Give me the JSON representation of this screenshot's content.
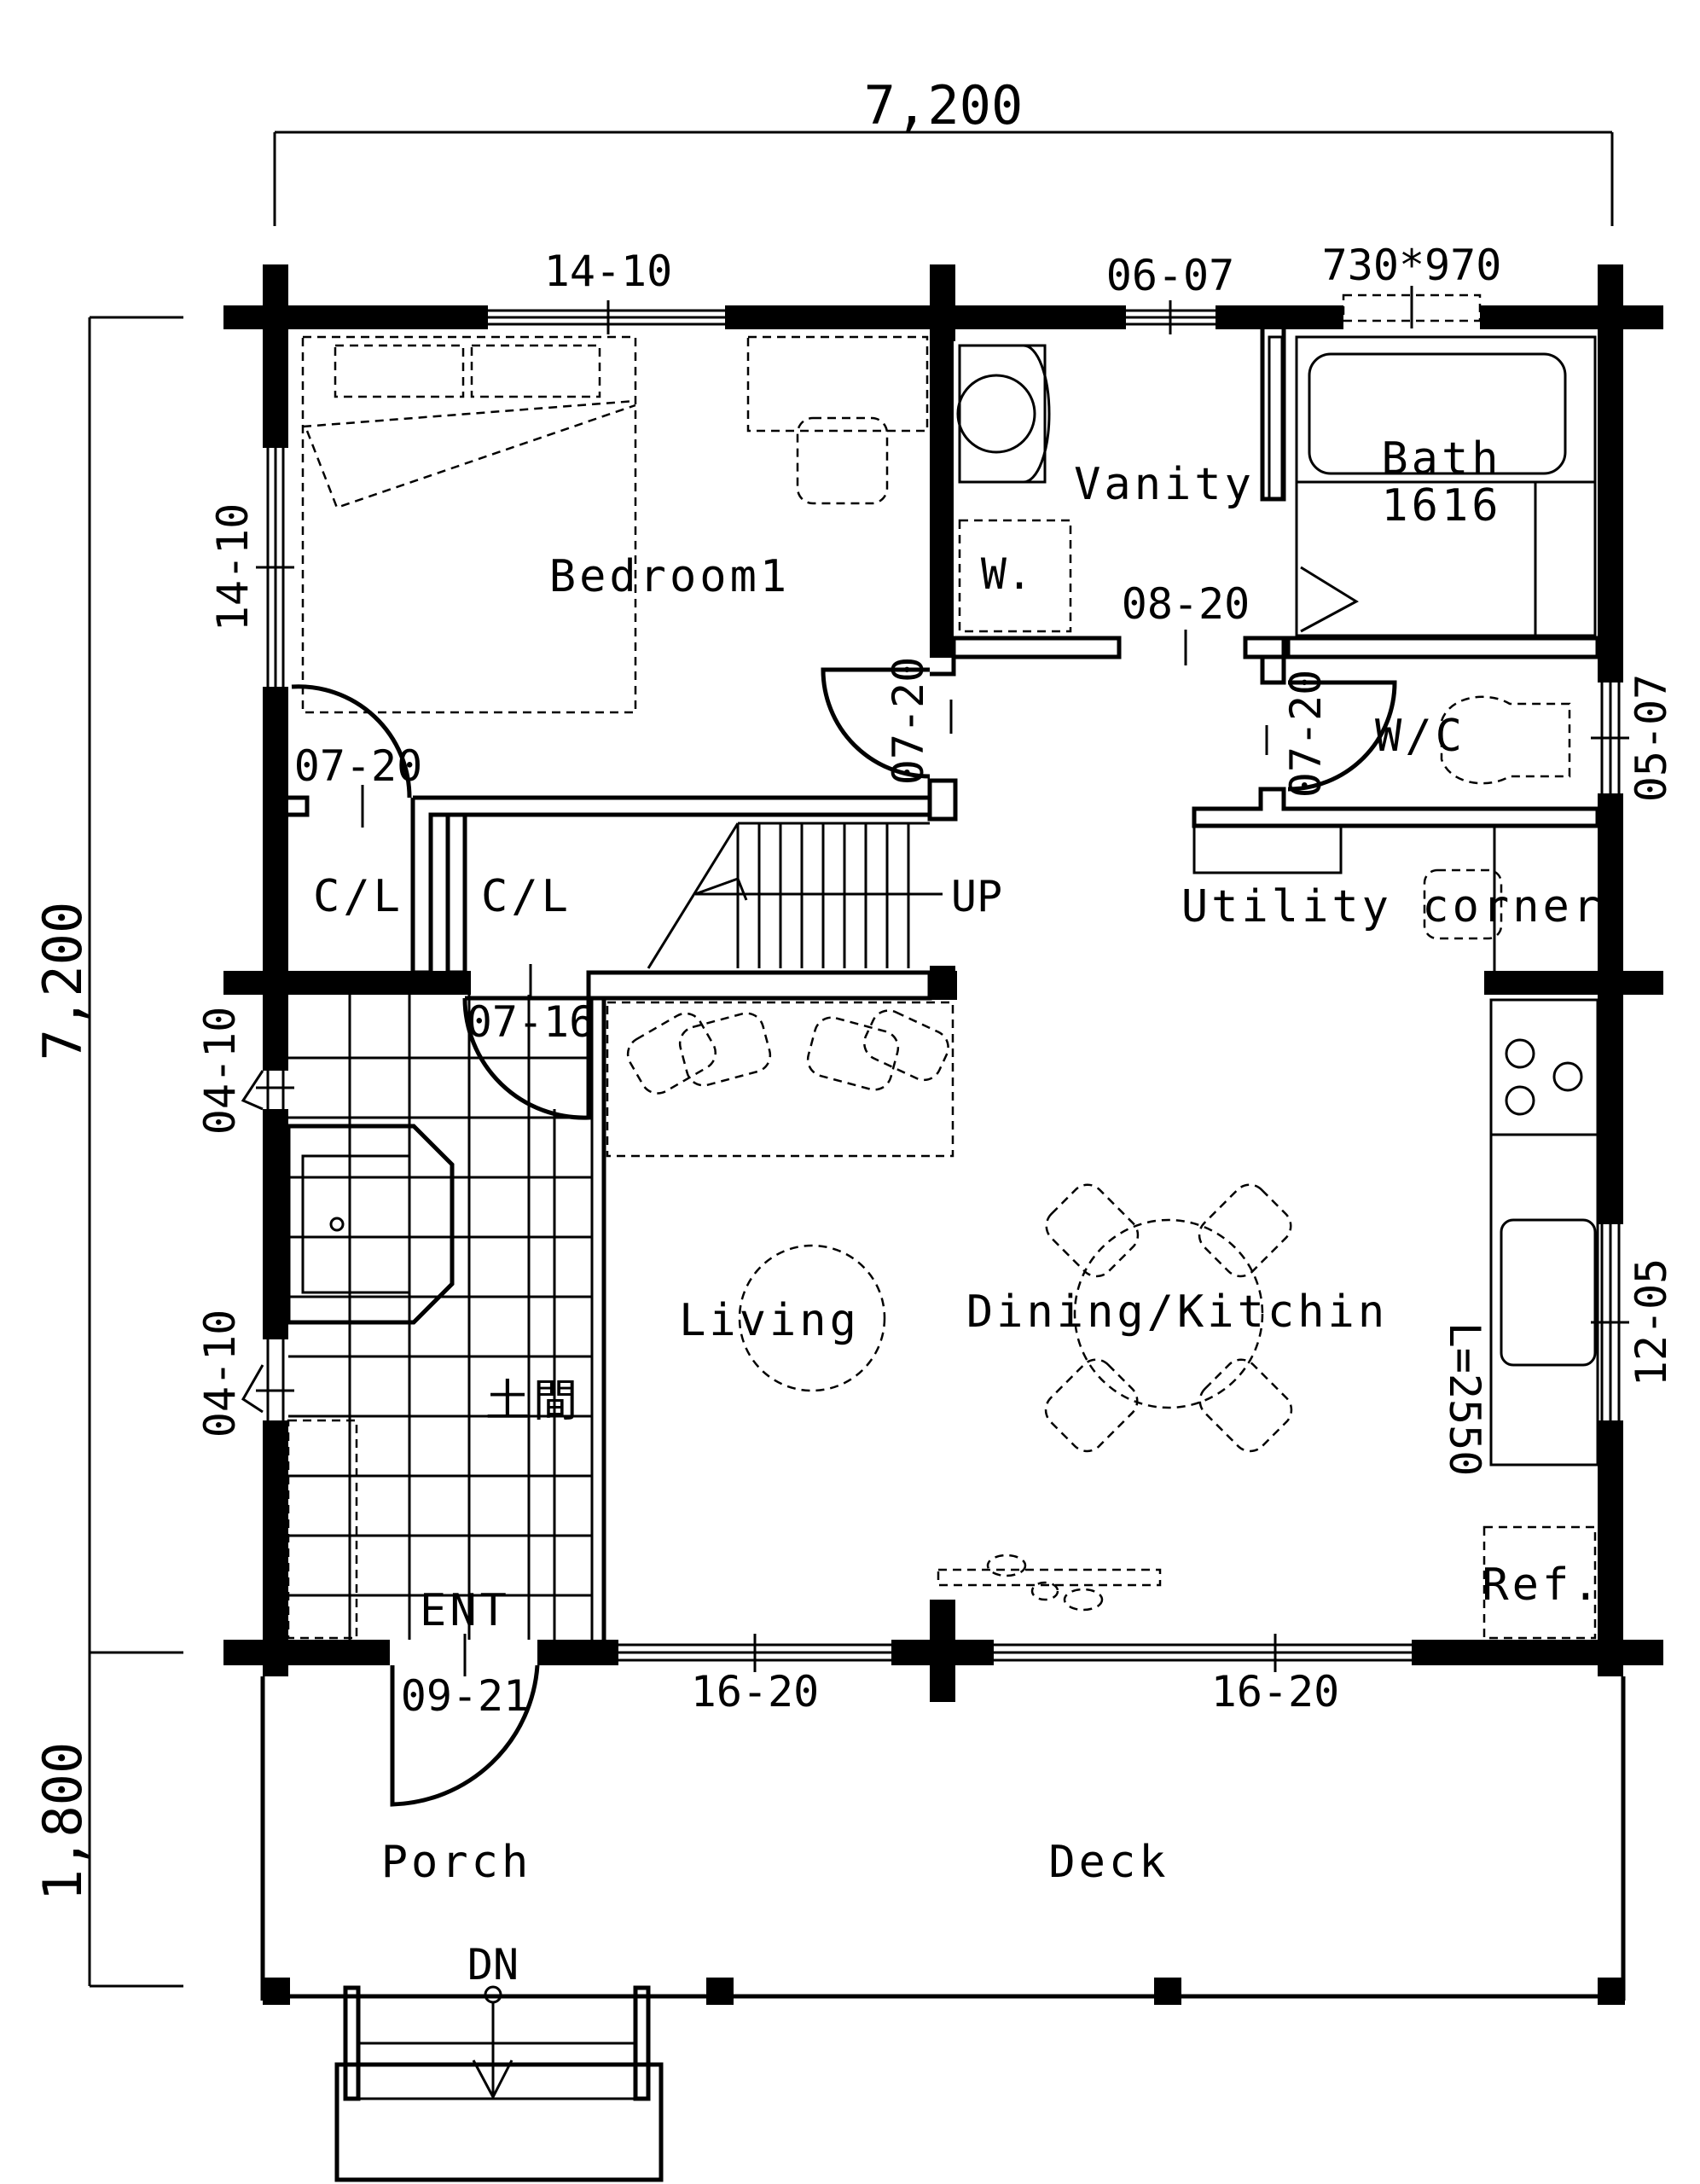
{
  "dimensions": {
    "top_width": "7,200",
    "left_height": "7,200",
    "left_deck": "1,800"
  },
  "rooms": {
    "bedroom": "Bedroom1",
    "vanity": "Vanity",
    "bath": "Bath",
    "bath_size": "1616",
    "wc": "W/C",
    "washer": "W.",
    "utility": "Utility corner",
    "closet_a": "C/L",
    "closet_b": "C/L",
    "living": "Living",
    "dining": "Dining/Kitchin",
    "doma": "土間",
    "entrance": "ENT",
    "ref": "Ref.",
    "porch": "Porch",
    "deck": "Deck",
    "up": "UP",
    "down": "DN",
    "counter_length": "L=2550"
  },
  "openings": {
    "bed_top_window": "14-10",
    "bed_left_window": "14-10",
    "vanity_window": "06-07",
    "bath_window": "730*970",
    "vanity_door": "08-20",
    "bed_door": "07-20",
    "hall_door": "07-20",
    "wc_door": "07-20",
    "wc_window": "05-07",
    "closet_door": "07-16",
    "doma_window_upper": "04-10",
    "doma_window_lower": "04-10",
    "kitchen_window": "12-05",
    "entry_door": "09-21",
    "deck_window_left": "16-20",
    "deck_window_right": "16-20"
  }
}
